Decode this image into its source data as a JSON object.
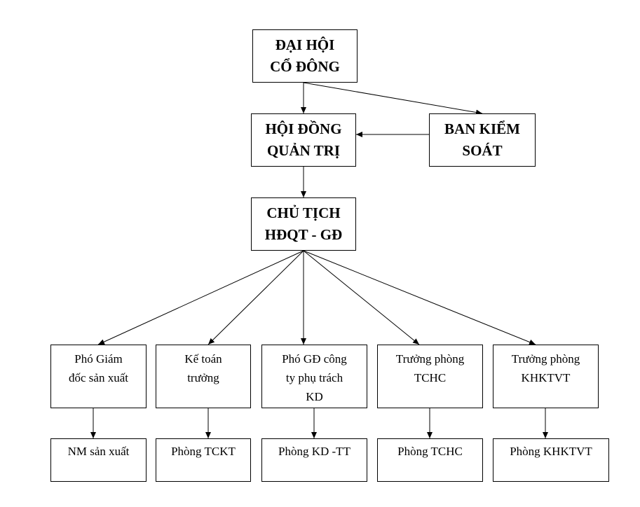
{
  "diagram": {
    "nodes": {
      "dai_hoi_co_dong": {
        "line1": "ĐẠI HỘI",
        "line2": "CỔ ĐÔNG"
      },
      "hoi_dong_quan_tri": {
        "line1": "HỘI ĐỒNG",
        "line2": "QUẢN TRỊ"
      },
      "ban_kiem_soat": {
        "line1": "BAN KIỂM",
        "line2": "SOÁT"
      },
      "chu_tich": {
        "line1": "CHỦ TỊCH",
        "line2": "HĐQT - GĐ"
      },
      "pho_giam_doc_sx": {
        "line1": "Phó Giám",
        "line2": "đốc sản xuất"
      },
      "ke_toan_truong": {
        "line1": "Kế toán",
        "line2": "trưởng"
      },
      "pho_gd_kd": {
        "line1": "Phó GĐ công",
        "line2": "ty phụ trách",
        "line3": "KD"
      },
      "truong_phong_tchc": {
        "line1": "Trưởng phòng",
        "line2": "TCHC"
      },
      "truong_phong_khktvt": {
        "line1": "Trưởng phòng",
        "line2": "KHKTVT"
      },
      "nm_san_xuat": {
        "label": "NM sản xuất"
      },
      "phong_tckt": {
        "label": "Phòng TCKT"
      },
      "phong_kd_tt": {
        "label": "Phòng KD -TT"
      },
      "phong_tchc": {
        "label": "Phòng TCHC"
      },
      "phong_khktvt": {
        "label": "Phòng KHKTVT"
      }
    },
    "edges": [
      {
        "from": "dai_hoi_co_dong",
        "to": "hoi_dong_quan_tri"
      },
      {
        "from": "dai_hoi_co_dong",
        "to": "ban_kiem_soat"
      },
      {
        "from": "ban_kiem_soat",
        "to": "hoi_dong_quan_tri"
      },
      {
        "from": "hoi_dong_quan_tri",
        "to": "chu_tich"
      },
      {
        "from": "chu_tich",
        "to": "pho_giam_doc_sx"
      },
      {
        "from": "chu_tich",
        "to": "ke_toan_truong"
      },
      {
        "from": "chu_tich",
        "to": "pho_gd_kd"
      },
      {
        "from": "chu_tich",
        "to": "truong_phong_tchc"
      },
      {
        "from": "chu_tich",
        "to": "truong_phong_khktvt"
      },
      {
        "from": "pho_giam_doc_sx",
        "to": "nm_san_xuat"
      },
      {
        "from": "ke_toan_truong",
        "to": "phong_tckt"
      },
      {
        "from": "pho_gd_kd",
        "to": "phong_kd_tt"
      },
      {
        "from": "truong_phong_tchc",
        "to": "phong_tchc"
      },
      {
        "from": "truong_phong_khktvt",
        "to": "phong_khktvt"
      }
    ]
  }
}
